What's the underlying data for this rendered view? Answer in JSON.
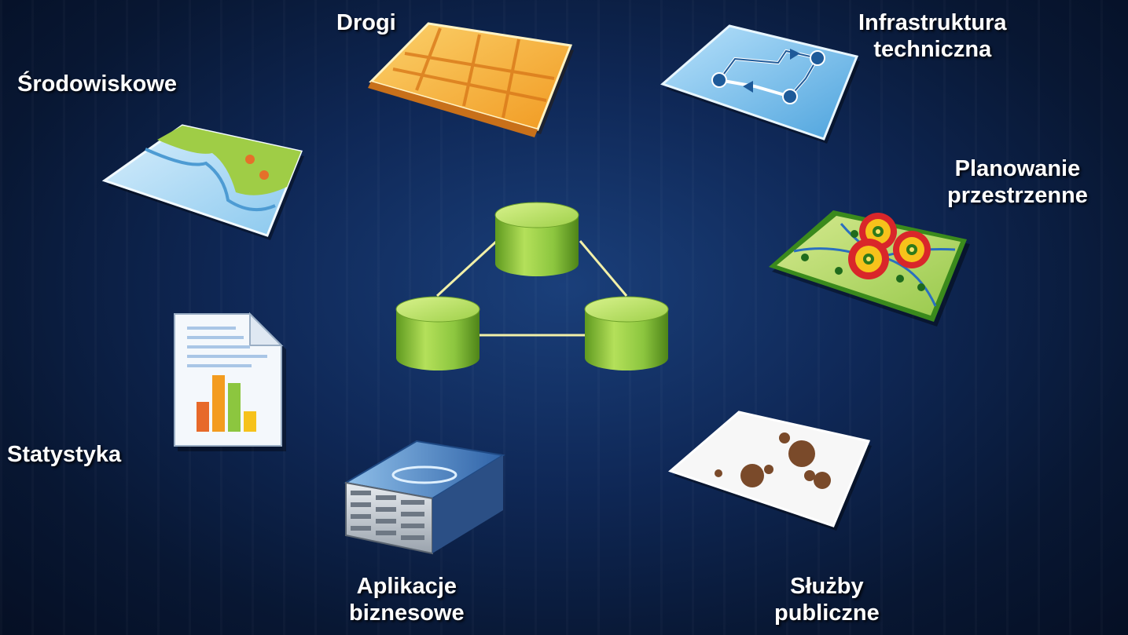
{
  "labels": {
    "drogi": "Drogi",
    "infra": [
      "Infrastruktura",
      "techniczna"
    ],
    "srodowiskowe": "Środowiskowe",
    "planowanie": [
      "Planowanie",
      "przestrzenne"
    ],
    "statystyka": "Statystyka",
    "aplikacje": [
      "Aplikacje",
      "biznesowe"
    ],
    "sluzby": [
      "Służby",
      "publiczne"
    ]
  },
  "colors": {
    "connector": "#f2f0a8",
    "cylinder": "#8cc63f",
    "road_tile": "#f6b93b",
    "infra_tile": "#7ec3ef",
    "planning_tile": "#b6d86a",
    "env_tile": "#a8d4f0",
    "services_tile": "#f4f4f4",
    "server": "#3a6fb0"
  },
  "icons": [
    "road-map-icon",
    "network-map-icon",
    "environment-map-icon",
    "planning-map-icon",
    "statistics-document-icon",
    "server-icon",
    "public-services-map-icon",
    "database-cylinder-icon"
  ]
}
